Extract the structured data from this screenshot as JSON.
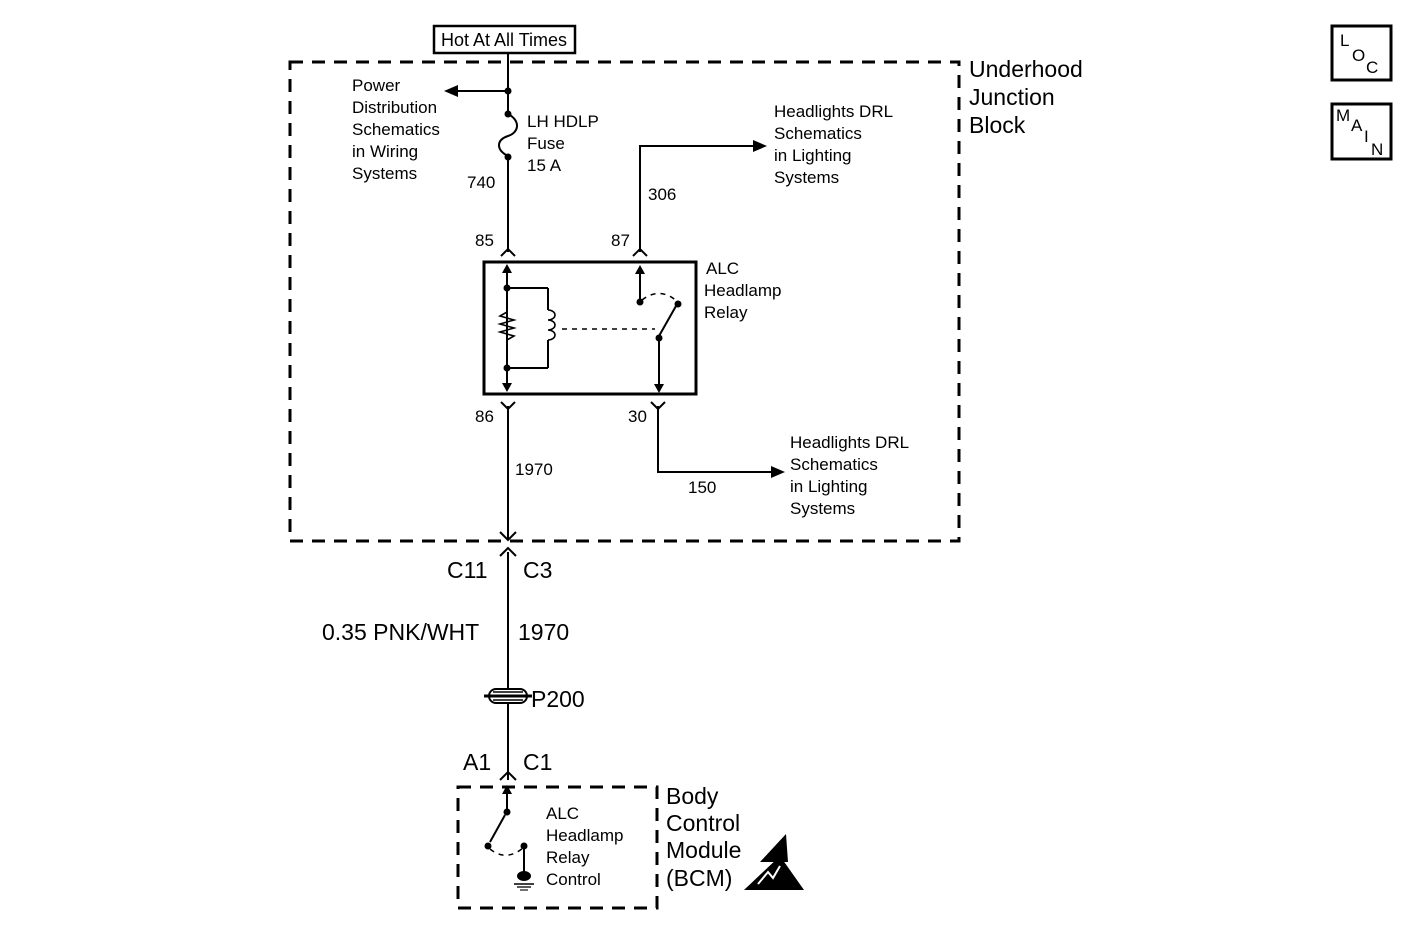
{
  "power_source": {
    "label": "Hot At All Times"
  },
  "underhood_block": {
    "lines": [
      "Underhood",
      "Junction",
      "Block"
    ]
  },
  "power_distribution_ref": {
    "lines": [
      "Power",
      "Distribution",
      "Schematics",
      "in Wiring",
      "Systems"
    ]
  },
  "fuse": {
    "lines": [
      "LH HDLP",
      "Fuse",
      "15 A"
    ],
    "circuit": "740"
  },
  "relay": {
    "lines": [
      "ALC",
      "Headlamp",
      "Relay"
    ],
    "terminals": {
      "t85": "85",
      "t86": "86",
      "t87": "87",
      "t30": "30"
    }
  },
  "drl_ref_upper": {
    "lines": [
      "Headlights DRL",
      "Schematics",
      "in Lighting",
      "Systems"
    ],
    "circuit": "306"
  },
  "drl_ref_lower": {
    "lines": [
      "Headlights DRL",
      "Schematics",
      "in Lighting",
      "Systems"
    ],
    "circuit": "150"
  },
  "circuit_1970_inner": "1970",
  "connector_upper": {
    "left": "C11",
    "right": "C3"
  },
  "wire_spec": {
    "gauge_color": "0.35 PNK/WHT",
    "circuit": "1970"
  },
  "splice_pack": {
    "label": "P200"
  },
  "connector_lower": {
    "left": "A1",
    "right": "C1"
  },
  "bcm": {
    "lines": [
      "Body",
      "Control",
      "Module",
      "(BCM)"
    ],
    "internal": [
      "ALC",
      "Headlamp",
      "Relay",
      "Control"
    ]
  },
  "nav_buttons": {
    "loc": {
      "letters": [
        "L",
        "O",
        "C"
      ]
    },
    "main": {
      "letters": [
        "M",
        "A",
        "I",
        "N"
      ]
    }
  }
}
